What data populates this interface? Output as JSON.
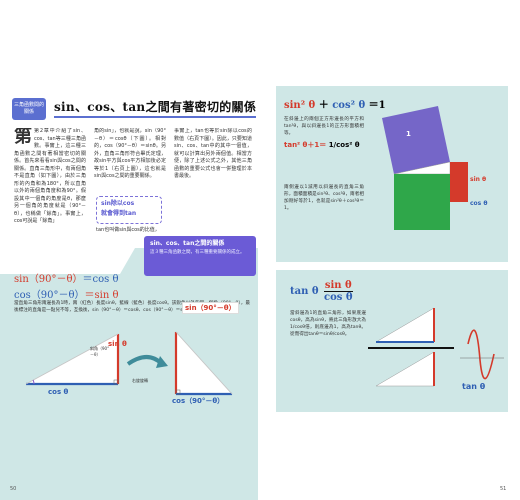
{
  "left_page": {
    "tag_label": "三角函數間的關係",
    "title": "sin、cos、tan之間有著密切的關係",
    "col1_text": "第2章中介紹了sin、cos、tan等三種三角函數。事實上，這三種三角函數之間有著相當密切的關係。首先來看看sin與cos之間的關係。直角三角形中，有兩個角不是直角（如下圖），由於三角形的內角和為180°，所以直角以外的兩個角角度和為90°。假設其中一個角的角度是θ，那麼另一個角的角度就是（90°－θ），也稱做「餘角」。事實上，cos可說是「餘角」",
    "col1_bigchar": "第",
    "col2_text": "角的sin」，也就是說，sin（90°－θ）＝cosθ（下圖）。相對的，cos（90°－θ）＝sinθ。另外，直角三角形符合畢氏定理，故sin平方與cos平方相加後必定等於1（右頁上圖），這也就是sin與cos之間的重要關係。",
    "col3_text": "事實上，tan也等於sin除以cos的數值（右頁下圖）。因此，只要知道sin、cos、tan中的其中一個值，就可以計算出另外兩個值。相當方便，除了上述公式之外，其他三角函數的重要公式也會一併整理於本書最後。",
    "sidebox_line1": "sin除以cos",
    "sidebox_line2": "就會得到tan",
    "sidebox_after": "tan也叫做sin與cos的比值，",
    "purple_tab_title": "sin、cos、tan之間的關係",
    "purple_tab_sub": "這３種三角函數之間，有三種重要關係的成立。",
    "formula1_lhs": "sin（90°－θ）",
    "formula1_rhs": "＝cos θ",
    "formula2_lhs": "cos（90°－θ）",
    "formula2_rhs": "＝sin θ",
    "explanation": "當直角三角形兩邊長為1時，兩（紅色）長度sinθ，藍線（藍色）長度cosθ。該銳角以外的另一個角（90°－θ），最後標注的直角是一點兒不等，互換後，sin（90°－θ）＝cosθ、cos（90°－θ）＝sinθ。",
    "label_sin_theta": "sin θ",
    "label_sin_90": "sin（90°－θ）",
    "label_cos_theta": "cos θ",
    "label_cos_90": "cos（90°－θ）",
    "label_angle": "斜角（90°－θ）",
    "label_rotate": "右旋旋轉",
    "page_number": "50"
  },
  "right_page": {
    "pythag_formula_left": "sin² θ",
    "pythag_formula_plus": "＋",
    "pythag_formula_right": "cos² θ",
    "pythag_formula_eq": "＝1",
    "pythag_note": "在斜邊上的兩個正方形邊長的平方和tan²θ，與以斜邊長1的正方形面積相等。",
    "tan_eq": "tan² θ＋1＝",
    "tan_frac": "1/cos² θ",
    "pythag_note2": "兩側邊以1減用以斜邊長的直角三角形，面積面積是sin²θ、cos²θ，兩者相加剛好等於1，也就是sin²θ＋cos²θ＝1。",
    "sq_label_1": "1",
    "sq_label_sin": "sin θ",
    "sq_label_cos": "cos θ",
    "tan_formula_lhs": "tan θ",
    "tan_formula_num": "sin θ",
    "tan_formula_den": "cos θ",
    "tan_note": "當斜邊為1的直角三角形，如果底邊cosθ，高為sinθ，將此三角形放大為1/cosθ倍，則底邊為1，高為tanθ。從而得出tanθ＝sinθ/cosθ。",
    "tan_label": "tan θ",
    "page_number": "51"
  },
  "colors": {
    "accent_blue": "#2f5fb3",
    "accent_red": "#d43a2b",
    "accent_purple": "#6b5bd6",
    "accent_green": "#2fa74a",
    "panel_teal": "#cfe7e6"
  }
}
